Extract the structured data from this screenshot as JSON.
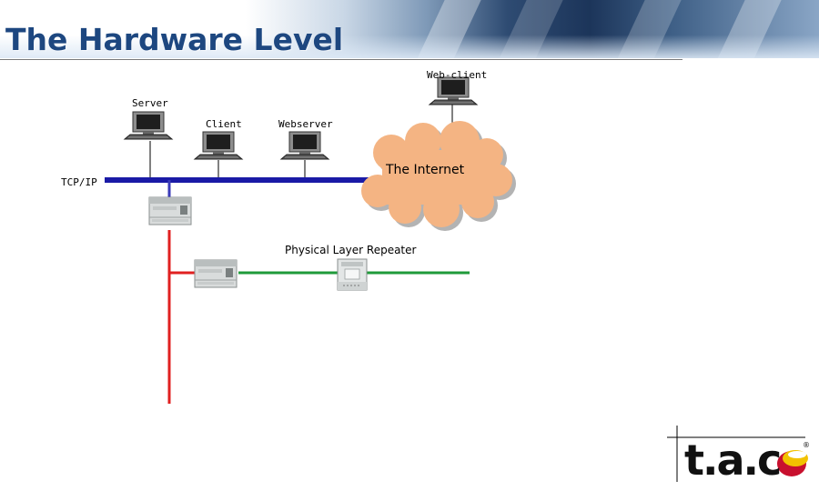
{
  "slide": {
    "title": "The Hardware Level"
  },
  "nodes": {
    "web_client": "Web-client",
    "server": "Server",
    "client": "Client",
    "webserver": "Webserver",
    "internet": "The Internet",
    "tcpip": "TCP/IP",
    "repeater": "Physical Layer Repeater"
  },
  "logo": {
    "text": "t.a.c",
    "mark": "®"
  },
  "colors": {
    "title": "#1d4780",
    "tcpip_bus": "#1a1aa6",
    "red_bus": "#e02020",
    "green_bus": "#1f9a3a",
    "cloud": "#f4b483"
  },
  "icons": [
    "computer-icon",
    "controller-icon",
    "repeater-icon",
    "cloud-icon"
  ]
}
